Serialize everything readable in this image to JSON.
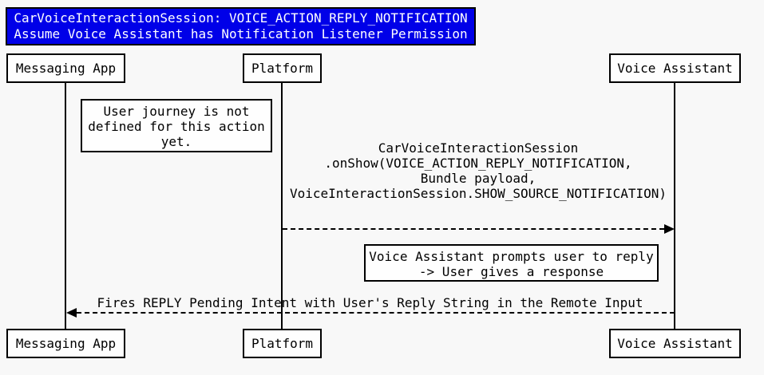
{
  "diagram": {
    "title": {
      "line1": "CarVoiceInteractionSession: VOICE_ACTION_REPLY_NOTIFICATION",
      "line2": "Assume Voice Assistant has Notification Listener Permission"
    },
    "actors": [
      {
        "name": "Messaging App"
      },
      {
        "name": "Platform"
      },
      {
        "name": "Voice Assistant"
      }
    ],
    "notes": [
      {
        "line1": "User journey is not",
        "line2": "defined for this action",
        "line3": "yet."
      },
      {
        "line1": "Voice Assistant prompts user to reply",
        "line2": "-> User gives a response"
      }
    ],
    "messages": [
      {
        "from": "Platform",
        "to": "Voice Assistant",
        "line1": "CarVoiceInteractionSession",
        "line2": ".onShow(VOICE_ACTION_REPLY_NOTIFICATION,",
        "line3": "Bundle payload,",
        "line4": "VoiceInteractionSession.SHOW_SOURCE_NOTIFICATION)"
      },
      {
        "from": "Voice Assistant",
        "to": "Messaging App",
        "line1": "Fires REPLY Pending Intent with User's Reply String in the Remote Input"
      }
    ],
    "colors": {
      "title_bg": "#0000e8",
      "title_text": "#ffffff",
      "box_bg": "#fefefe",
      "line": "#000000",
      "canvas_bg": "#f8f8f8"
    }
  }
}
